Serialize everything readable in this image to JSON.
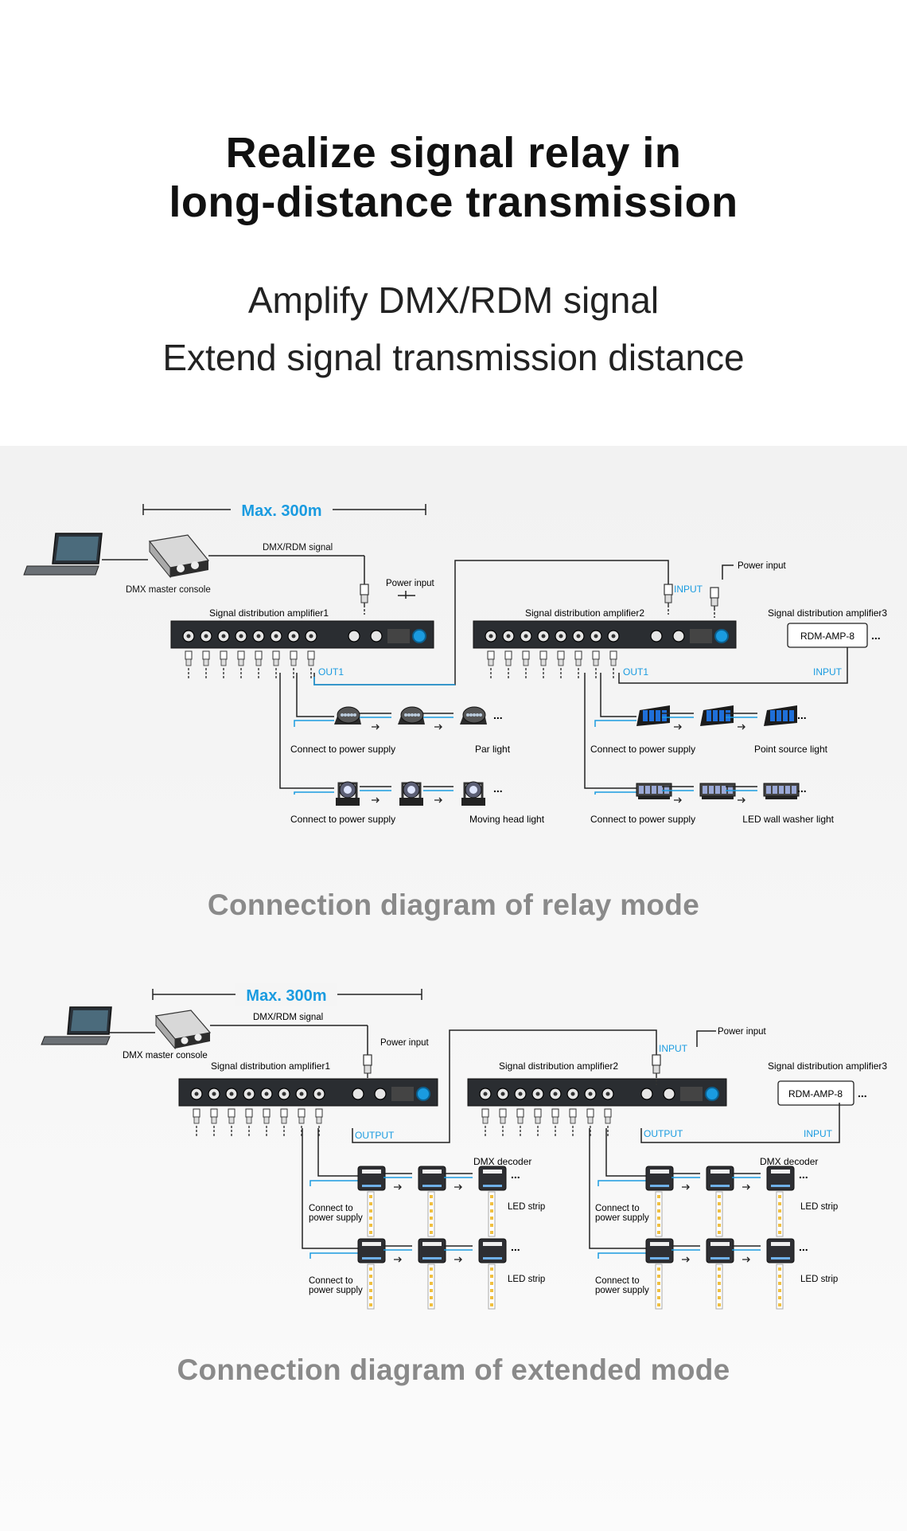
{
  "hero": {
    "title_line1": "Realize signal relay in",
    "title_line2": "long-distance transmission",
    "subtitle_line1": "Amplify DMX/RDM signal",
    "subtitle_line2": "Extend signal transmission distance"
  },
  "relay": {
    "max_distance": "Max. 300m",
    "dmx_signal": "DMX/RDM signal",
    "console_label": "DMX master console",
    "power_input": "Power input",
    "power_input_2": "Power input",
    "amp1_label": "Signal distribution amplifier1",
    "amp2_label": "Signal distribution amplifier2",
    "amp3_label": "Signal distribution amplifier3",
    "amp3_model": "RDM-AMP-8",
    "out1": "OUT1",
    "out1_b": "OUT1",
    "input_top": "INPUT",
    "input_amp3": "INPUT",
    "power_supply_1": "Connect to power supply",
    "power_supply_2": "Connect to power supply",
    "power_supply_3": "Connect to power supply",
    "power_supply_4": "Connect to power supply",
    "par_light": "Par light",
    "moving_head": "Moving head light",
    "point_source": "Point source light",
    "wall_washer": "LED wall washer light",
    "ellipsis": "...",
    "caption": "Connection diagram of relay mode"
  },
  "extended": {
    "max_distance": "Max. 300m",
    "dmx_signal": "DMX/RDM signal",
    "console_label": "DMX master console",
    "power_input": "Power input",
    "power_input_2": "Power input",
    "amp1_label": "Signal distribution amplifier1",
    "amp2_label": "Signal distribution amplifier2",
    "amp3_label": "Signal distribution amplifier3",
    "amp3_model": "RDM-AMP-8",
    "output": "OUTPUT",
    "output_b": "OUTPUT",
    "input_top": "INPUT",
    "input_amp3": "INPUT",
    "decoder_1": "DMX decoder",
    "decoder_2": "DMX decoder",
    "connect_to": "Connect to",
    "power_supply": "power supply",
    "led_strip": "LED strip",
    "caption": "Connection diagram of extended mode"
  },
  "colors": {
    "accent": "#1a9be0",
    "device": "#2a2d31",
    "caption": "#8a8a8a"
  }
}
